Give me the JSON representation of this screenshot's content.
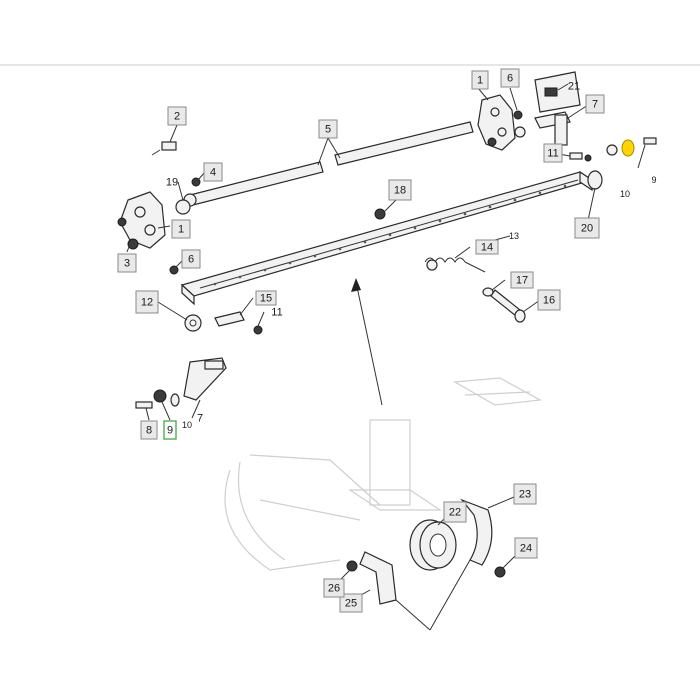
{
  "diagram": {
    "labels": [
      "1",
      "1",
      "2",
      "3",
      "4",
      "5",
      "6",
      "6",
      "7",
      "7",
      "8",
      "9",
      "9",
      "10",
      "10",
      "11",
      "11",
      "12",
      "13",
      "14",
      "15",
      "16",
      "17",
      "18",
      "19",
      "20",
      "21",
      "22",
      "23",
      "24",
      "25",
      "26"
    ]
  }
}
